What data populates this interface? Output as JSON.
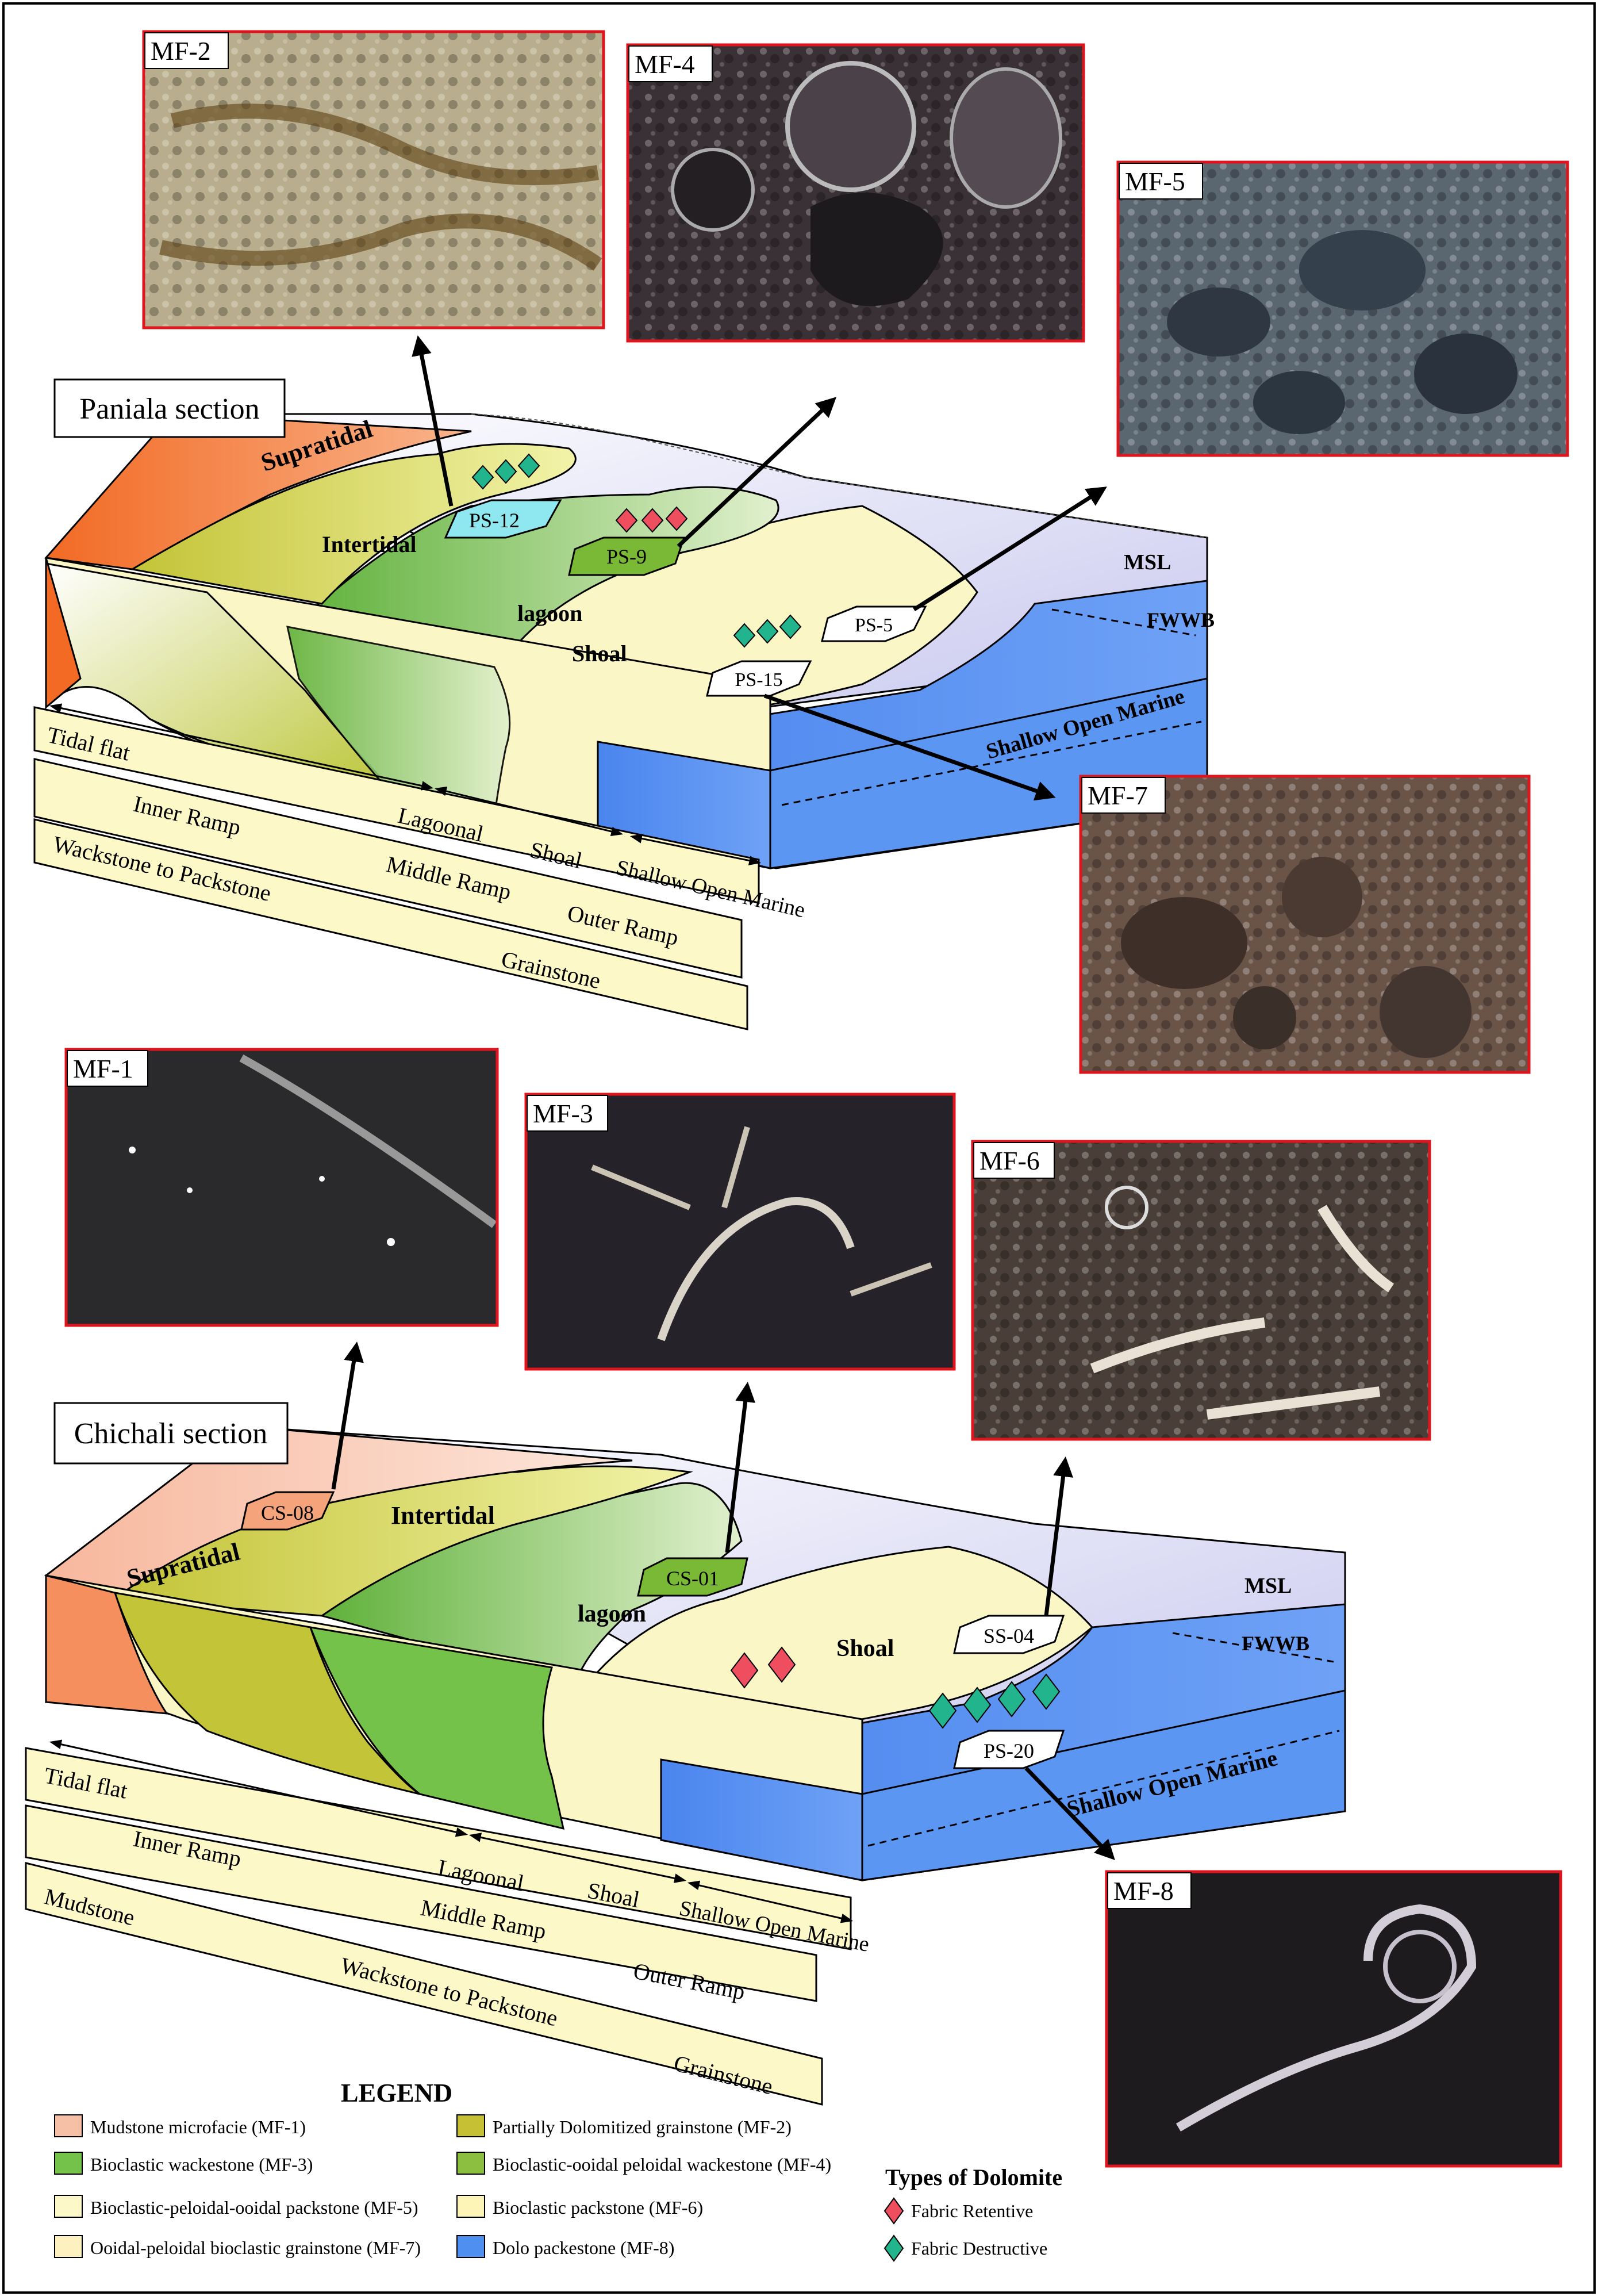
{
  "sections": [
    {
      "title": "Paniala section",
      "zones": {
        "supratidal": "Supratidal",
        "intertidal": "Intertidal",
        "lagoon": "lagoon",
        "shoal": "Shoal",
        "open_marine": "Shallow Open Marine",
        "msl": "MSL",
        "fwwb": "FWWB"
      },
      "samples": [
        {
          "label": "PS-12",
          "color": "#8fe8f0"
        },
        {
          "label": "PS-9",
          "color": "#79b935"
        },
        {
          "label": "PS-5",
          "color": "#ffffff"
        },
        {
          "label": "PS-15",
          "color": "#ffffff"
        }
      ],
      "scale_rows": [
        [
          "Tidal flat",
          "Lagoonal",
          "Shoal",
          "Shallow Open Marine"
        ],
        [
          "Inner Ramp",
          "Middle Ramp",
          "Outer Ramp"
        ],
        [
          "Wackstone to Packstone",
          "Grainstone"
        ]
      ]
    },
    {
      "title": "Chichali section",
      "zones": {
        "supratidal": "Supratidal",
        "intertidal": "Intertidal",
        "lagoon": "lagoon",
        "shoal": "Shoal",
        "open_marine": "Shallow Open Marine",
        "msl": "MSL",
        "fwwb": "FWWB"
      },
      "samples": [
        {
          "label": "CS-08",
          "color": "#f4a37a"
        },
        {
          "label": "CS-01",
          "color": "#79b935"
        },
        {
          "label": "SS-04",
          "color": "#ffffff"
        },
        {
          "label": "PS-20",
          "color": "#ffffff"
        }
      ],
      "scale_rows": [
        [
          "Tidal flat",
          "Lagoonal",
          "Shoal",
          "Shallow Open Marine"
        ],
        [
          "Inner Ramp",
          "Middle Ramp",
          "Outer Ramp"
        ],
        [
          "Mudstone",
          "Wackstone to Packstone",
          "Grainstone"
        ]
      ]
    }
  ],
  "micrographs": [
    "MF-1",
    "MF-2",
    "MF-3",
    "MF-4",
    "MF-5",
    "MF-6",
    "MF-7",
    "MF-8"
  ],
  "legend": {
    "title": "LEGEND",
    "items": [
      {
        "label": "Mudstone microfacie (MF-1)",
        "color": "#f6c0a6"
      },
      {
        "label": "Partially Dolomitized grainstone (MF-2)",
        "color": "#c6c034"
      },
      {
        "label": "Bioclastic wackestone (MF-3)",
        "color": "#74c24a"
      },
      {
        "label": "Bioclastic-ooidal peloidal wackestone (MF-4)",
        "color": "#8cbf3f"
      },
      {
        "label": "Bioclastic-peloidal-ooidal packstone (MF-5)",
        "color": "#fdf8c8"
      },
      {
        "label": "Bioclastic packstone (MF-6)",
        "color": "#fdf5b8"
      },
      {
        "label": "Ooidal-peloidal bioclastic grainstone (MF-7)",
        "color": "#fcf1bf"
      },
      {
        "label": "Dolo packestone (MF-8)",
        "color": "#4f8ff0"
      }
    ],
    "dolomite_title": "Types of Dolomite",
    "dolomite_types": [
      {
        "label": "Fabric Retentive",
        "color": "#ee4e5e"
      },
      {
        "label": "Fabric Destructive",
        "color": "#22b48c"
      }
    ]
  }
}
